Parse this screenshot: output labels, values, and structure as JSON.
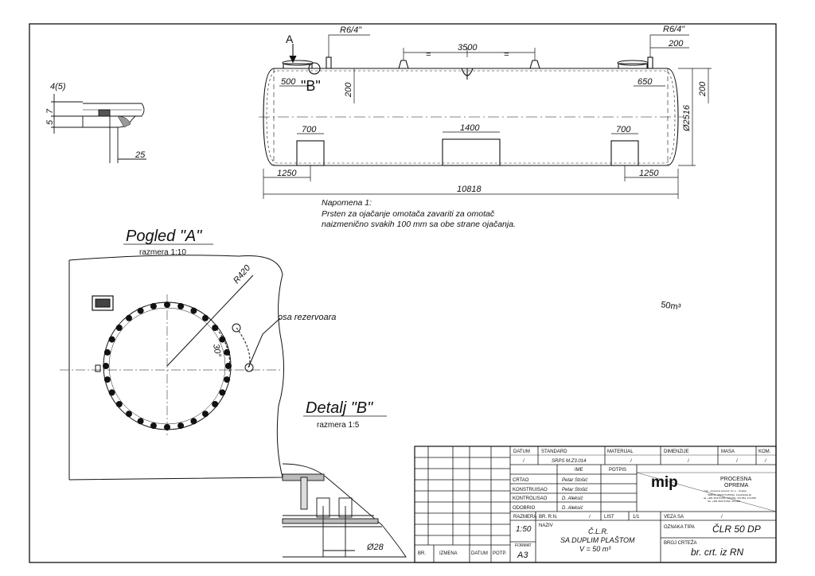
{
  "main_view": {
    "view_a_arrow": "A",
    "detail_b_tag": "\"B\"",
    "dims": {
      "r64_left": "R6/4\"",
      "r64_right": "R6/4\"",
      "d3500": "3500",
      "eq_left": "=",
      "eq_right": "=",
      "d200_top": "200",
      "d500": "500",
      "d650": "650",
      "d200_v_left": "200",
      "d200_v_right": "200",
      "d700_left": "700",
      "d1400": "1400",
      "d700_right": "700",
      "diameter": "Ø2516",
      "d1250_left": "1250",
      "d1250_right": "1250",
      "d10818": "10818"
    }
  },
  "weld_detail": {
    "d4_5": "4(5)",
    "d7": "7",
    "d5": "5",
    "d25": "25"
  },
  "note": {
    "line1": "Napomena 1:",
    "line2": "Prsten za ojačanje omotača zavariti za omotač",
    "line3": "naizmenično svakih 100 mm sa obe strane ojačanja."
  },
  "pogled_a": {
    "title": "Pogled \"A\"",
    "scale": "razmera 1:10",
    "radius": "R420",
    "angle": "30°",
    "axis_label": "osa rezervoara"
  },
  "detalj_b": {
    "title": "Detalj \"B\"",
    "scale": "razmera 1:5",
    "diameter": "Ø28"
  },
  "handwritten": "50m³",
  "title_block": {
    "datum_label": "DATUM",
    "datum_value": "/",
    "standard_label": "STANDARD",
    "standard_value": "SRPS M.Z3.014",
    "materijal_label": "MATERIJAL",
    "materijal_value": "/",
    "dimenzije_label": "DIMENZIJE",
    "dimenzije_value": "/",
    "masa_label": "MASA",
    "masa_value": "/",
    "kom_label": "KOM.",
    "kom_value": "/",
    "ime_label": "IME",
    "potpis_label": "POTPIS",
    "roles": [
      "CRTAO",
      "KONSTRUISAO",
      "KONTROLISAO",
      "ODOBRIO"
    ],
    "names": [
      "Petar Stošić",
      "Petar Stošić",
      "D. Aleksić",
      "D. Aleksić"
    ],
    "logo": "mip",
    "company_line1": "PROCESNA",
    "company_line2": "OPREMA",
    "company_small1": "\"mip - procesna oprema\" d.o.o. - Ćuprija",
    "company_small2": "SRBIJA, 35230 ĆUPRIJA, Industrijska bb",
    "company_small3": "tel. +381 35/473-051, 473-052, 473-054, 473-058",
    "company_small4": "fax. +381 35/473-054, 474-880",
    "razmera_label": "RAZMERA",
    "razmera_value": "1:50",
    "br_rn_label": "BR. R.N.",
    "br_rn_value": "/",
    "list_label": "LIST",
    "list_value": "1/1",
    "naziv_label": "NAZIV",
    "naziv_line1": "Č.L.R.",
    "naziv_line2": "SA DUPLIM PLAŠTOM",
    "naziv_line3": "V = 50 m³",
    "format_label": "FORMAT",
    "format_value": "A3",
    "veza_sa_label": "VEZA SA",
    "veza_sa_value": "/",
    "oznaka_tipa_label": "OZNAKA TIPA",
    "oznaka_tipa_value": "ČLR 50 DP",
    "broj_crteza_label": "BROJ CRTEŽA",
    "broj_crteza_value": "br. crt. iz RN",
    "rev_cols": [
      "BR.",
      "IZMENA",
      "DATUM",
      "POTP."
    ]
  }
}
